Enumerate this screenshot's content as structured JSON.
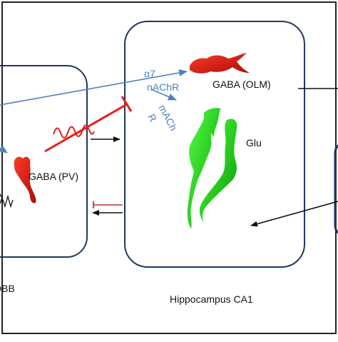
{
  "labels": {
    "left_region": "DBB",
    "center_region": "Hippocampus CA1",
    "gaba_pv": "GABA (PV)",
    "gaba_olm": "GABA (OLM)",
    "glu": "Glu"
  },
  "receptors": {
    "alpha7_line1": "α7",
    "alpha7_line2": "nAChR",
    "mach_line1": "mACh",
    "mach_line2": "R"
  },
  "colors": {
    "frame": "#1f3864",
    "inhibition": "#e0201c",
    "inhibition_light": "#b53a3a",
    "receptor_text": "#4f81bd",
    "projection_arrow": "#4f81bd",
    "glutamate_cell": "#29d21f",
    "gaba_cell": "#e8180e",
    "text": "#111111"
  }
}
